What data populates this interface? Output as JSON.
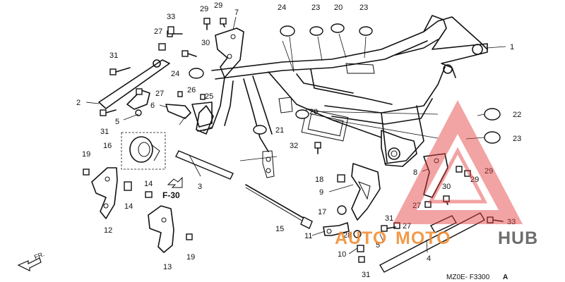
{
  "callouts": [
    {
      "label": "1"
    },
    {
      "label": "2"
    },
    {
      "label": "3"
    },
    {
      "label": "4"
    },
    {
      "label": "5"
    },
    {
      "label": "5"
    },
    {
      "label": "6"
    },
    {
      "label": "7"
    },
    {
      "label": "8"
    },
    {
      "label": "9"
    },
    {
      "label": "10"
    },
    {
      "label": "11"
    },
    {
      "label": "12"
    },
    {
      "label": "13"
    },
    {
      "label": "14"
    },
    {
      "label": "14"
    },
    {
      "label": "15"
    },
    {
      "label": "16"
    },
    {
      "label": "17"
    },
    {
      "label": "18"
    },
    {
      "label": "19"
    },
    {
      "label": "19"
    },
    {
      "label": "20"
    },
    {
      "label": "20"
    },
    {
      "label": "21"
    },
    {
      "label": "22"
    },
    {
      "label": "23"
    },
    {
      "label": "23"
    },
    {
      "label": "23"
    },
    {
      "label": "24"
    },
    {
      "label": "24"
    },
    {
      "label": "25"
    },
    {
      "label": "26"
    },
    {
      "label": "27"
    },
    {
      "label": "27"
    },
    {
      "label": "27"
    },
    {
      "label": "27"
    },
    {
      "label": "28"
    },
    {
      "label": "29"
    },
    {
      "label": "29"
    },
    {
      "label": "29"
    },
    {
      "label": "29"
    },
    {
      "label": "30"
    },
    {
      "label": "30"
    },
    {
      "label": "31"
    },
    {
      "label": "31"
    },
    {
      "label": "31"
    },
    {
      "label": "31"
    },
    {
      "label": "32"
    },
    {
      "label": "33"
    },
    {
      "label": "33"
    }
  ],
  "reference": "F-30",
  "front_indicator": "FR.",
  "diagram_code": "MZ0E- F3300",
  "diagram_suffix": "A",
  "watermark": {
    "text_auto": "AUTO",
    "text_moto": "MOTO",
    "text_hub": "HUB",
    "color_accent": "#f08a2c",
    "color_dark": "#555555",
    "color_triangle": "#e23b3b"
  }
}
